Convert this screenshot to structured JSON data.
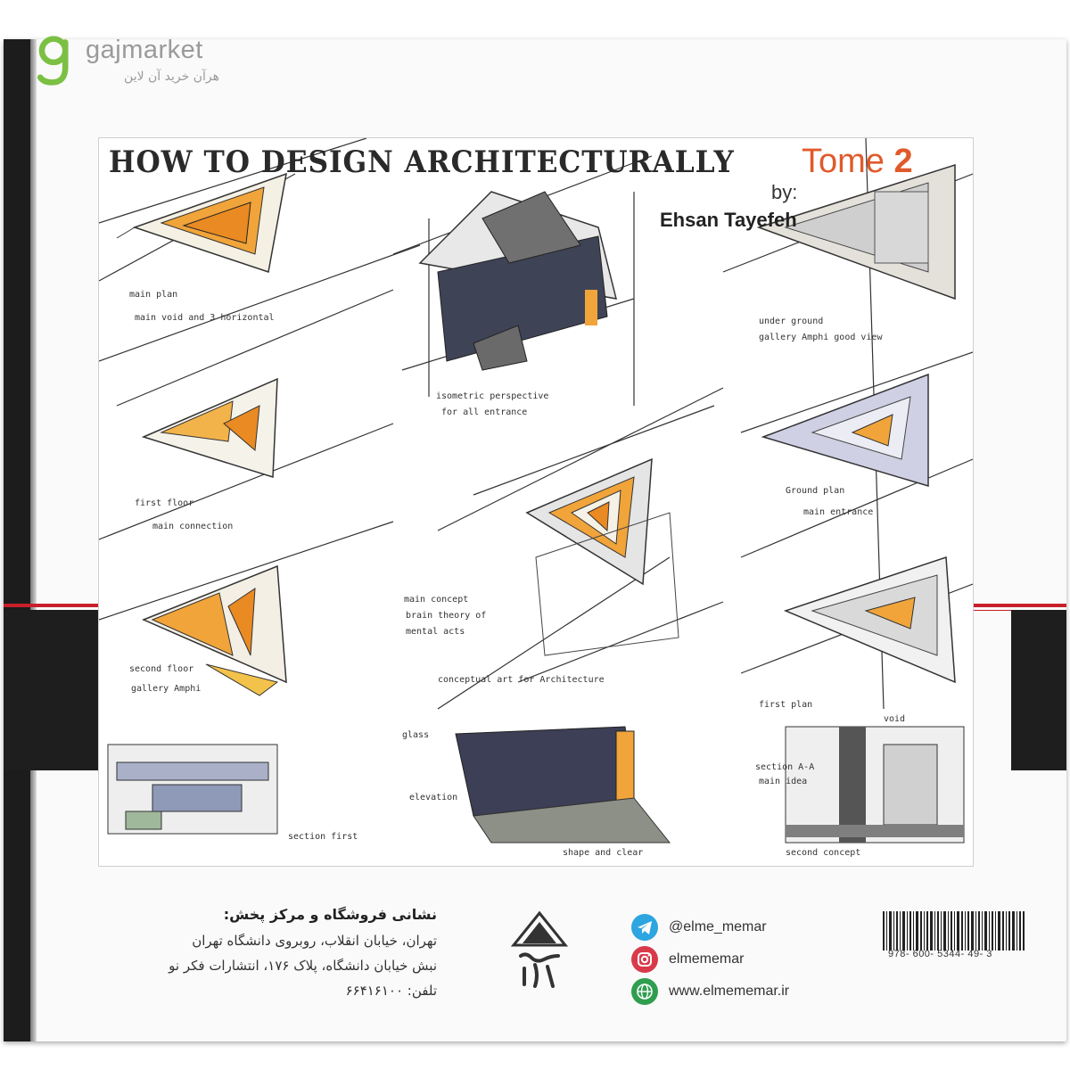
{
  "watermark": {
    "name": "gajmarket",
    "tagline": "هرآن خرید آن لاین"
  },
  "cover": {
    "title": "HOW TO DESIGN ARCHITECTURALLY",
    "tome_word": "Tome",
    "tome_number": "2",
    "by": "by:",
    "author": "Ehsan Tayefeh"
  },
  "sketch_notes": {
    "n1": "main plan",
    "n2": "main void and 3 horizontal",
    "n3": "isometric perspective",
    "n4": "for all entrance",
    "n5": "first floor",
    "n6": "main connection",
    "n7": "main concept",
    "n8": "brain theory of",
    "n9": "mental acts",
    "n10": "conceptual art for Architecture",
    "n11": "second floor",
    "n12": "gallery  Amphi",
    "n13": "under ground",
    "n14": "gallery Amphi  good view",
    "n15": "Ground plan",
    "n16": "main entrance",
    "n17": "first plan",
    "n18": "void",
    "n19": "section A-A",
    "n20": "main idea",
    "n21": "glass",
    "n22": "elevation",
    "n23": "shape and clear",
    "n24": "section first",
    "n25": "second concept"
  },
  "address": {
    "heading": "نشانی فروشگاه و مرکز پخش:",
    "line1": "تهران، خیابان انقلاب، روبروی دانشگاه تهران",
    "line2": "نبش خیابان دانشگاه، پلاک ۱۷۶، انتشارات فکر نو",
    "line3": "تلفن: ۶۶۴۱۶۱۰۰"
  },
  "social": {
    "telegram": "@elme_memar",
    "instagram": "elmememar",
    "website": "www.elmememar.ir"
  },
  "isbn": "978- 600- 5344- 49- 3",
  "colors": {
    "accent_orange": "#e9a13b",
    "tome_orange": "#e05a2b",
    "stripe_red": "#c8202a",
    "telegram_blue": "#2ca5e0",
    "instagram_red": "#d83a4a",
    "web_green": "#2f9e4f"
  }
}
